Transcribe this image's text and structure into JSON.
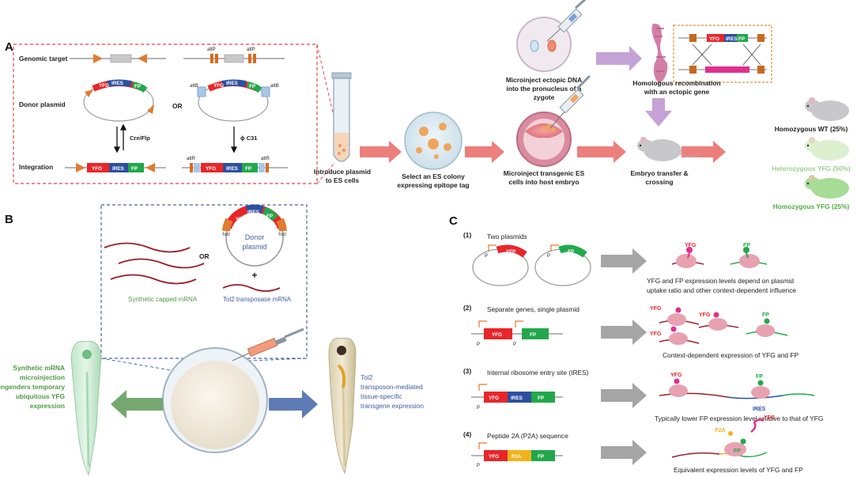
{
  "panel_a": {
    "label": "A",
    "row_labels": [
      "Genomic target",
      "Donor plasmid",
      "Integration"
    ],
    "or": "OR",
    "recombinase_left": "Cre/Flp",
    "recombinase_right": "ϕ C31",
    "att_p": "attP",
    "att_b": "attB",
    "att_r": "attR",
    "seg": {
      "yfg": "YFG",
      "ires": "IRES",
      "fp": "FP"
    },
    "step_plasmid": [
      "Introduce plasmid",
      "to ES cells"
    ],
    "step_colony": [
      "Select an ES colony",
      "expressing epitope tag"
    ],
    "step_pronucleus": [
      "Microinject ectopic DNA",
      "into the pronucleus of a",
      "zygote"
    ],
    "step_es": [
      "Microinject transgenic ES",
      "cells into host embryo"
    ],
    "step_homologous": [
      "Homologous recombination",
      "with an ectopic gene"
    ],
    "step_transfer": [
      "Embryo transfer &",
      "crossing"
    ],
    "outcomes": [
      "Homozygous WT (25%)",
      "Heterozygous YFG (50%)",
      "Homozygous YFG (25%)"
    ]
  },
  "panel_b": {
    "label": "B",
    "donor": [
      "Donor",
      "plasmid"
    ],
    "tol2": "Tol2",
    "or": "OR",
    "plus": "+",
    "synthetic_mrna": "Synthetic capped mRNA",
    "transposase_mrna": "Tol2 transposase mRNA",
    "left_caption": [
      "Synthetic mRNA",
      "microinjection",
      "engenders temporary",
      "ubiquitous YFG",
      "expression"
    ],
    "right_caption": [
      "Tol2",
      "transposon-mediated",
      "tissue-specific",
      "transgene expression"
    ]
  },
  "panel_c": {
    "label": "C",
    "rows": [
      {
        "num": "(1)",
        "title": "Two plasmids",
        "result": [
          "YFG and FP expression levels depend on plasmid",
          "uptake ratio and other context-dependent influence"
        ]
      },
      {
        "num": "(2)",
        "title": "Separate genes, single plasmid",
        "result": [
          "Context-dependent expression of YFG and FP"
        ]
      },
      {
        "num": "(3)",
        "title": "Internal ribosome entry site (IRES)",
        "result": [
          "Typically lower FP expression level relative to that of YFG"
        ]
      },
      {
        "num": "(4)",
        "title": "Peptide 2A (P2A) sequence",
        "result": [
          "Equivalent expression levels of YFG and FP"
        ]
      }
    ],
    "seg": {
      "yfp": "YFP",
      "yfg": "YFG",
      "fp": "FP",
      "ires": "IRES",
      "p2a": "P2A",
      "p": "P"
    }
  },
  "colors": {
    "yfg": "#e8262a",
    "fp": "#22a84b",
    "ires": "#2d4fa0",
    "p2a": "#f2b21a",
    "arrow_red": "#ec7f7b",
    "arrow_purple": "#c4a2d6",
    "arrow_green": "#74a86e",
    "arrow_blue": "#5f7bb5",
    "arrow_gray": "#a5a5a5",
    "ribosome": "#e7a2b1",
    "dashed_red": "#e04848",
    "dashed_blue": "#4a66a6",
    "caption_green": "#4f9a45",
    "caption_blue": "#3f5d9e"
  }
}
